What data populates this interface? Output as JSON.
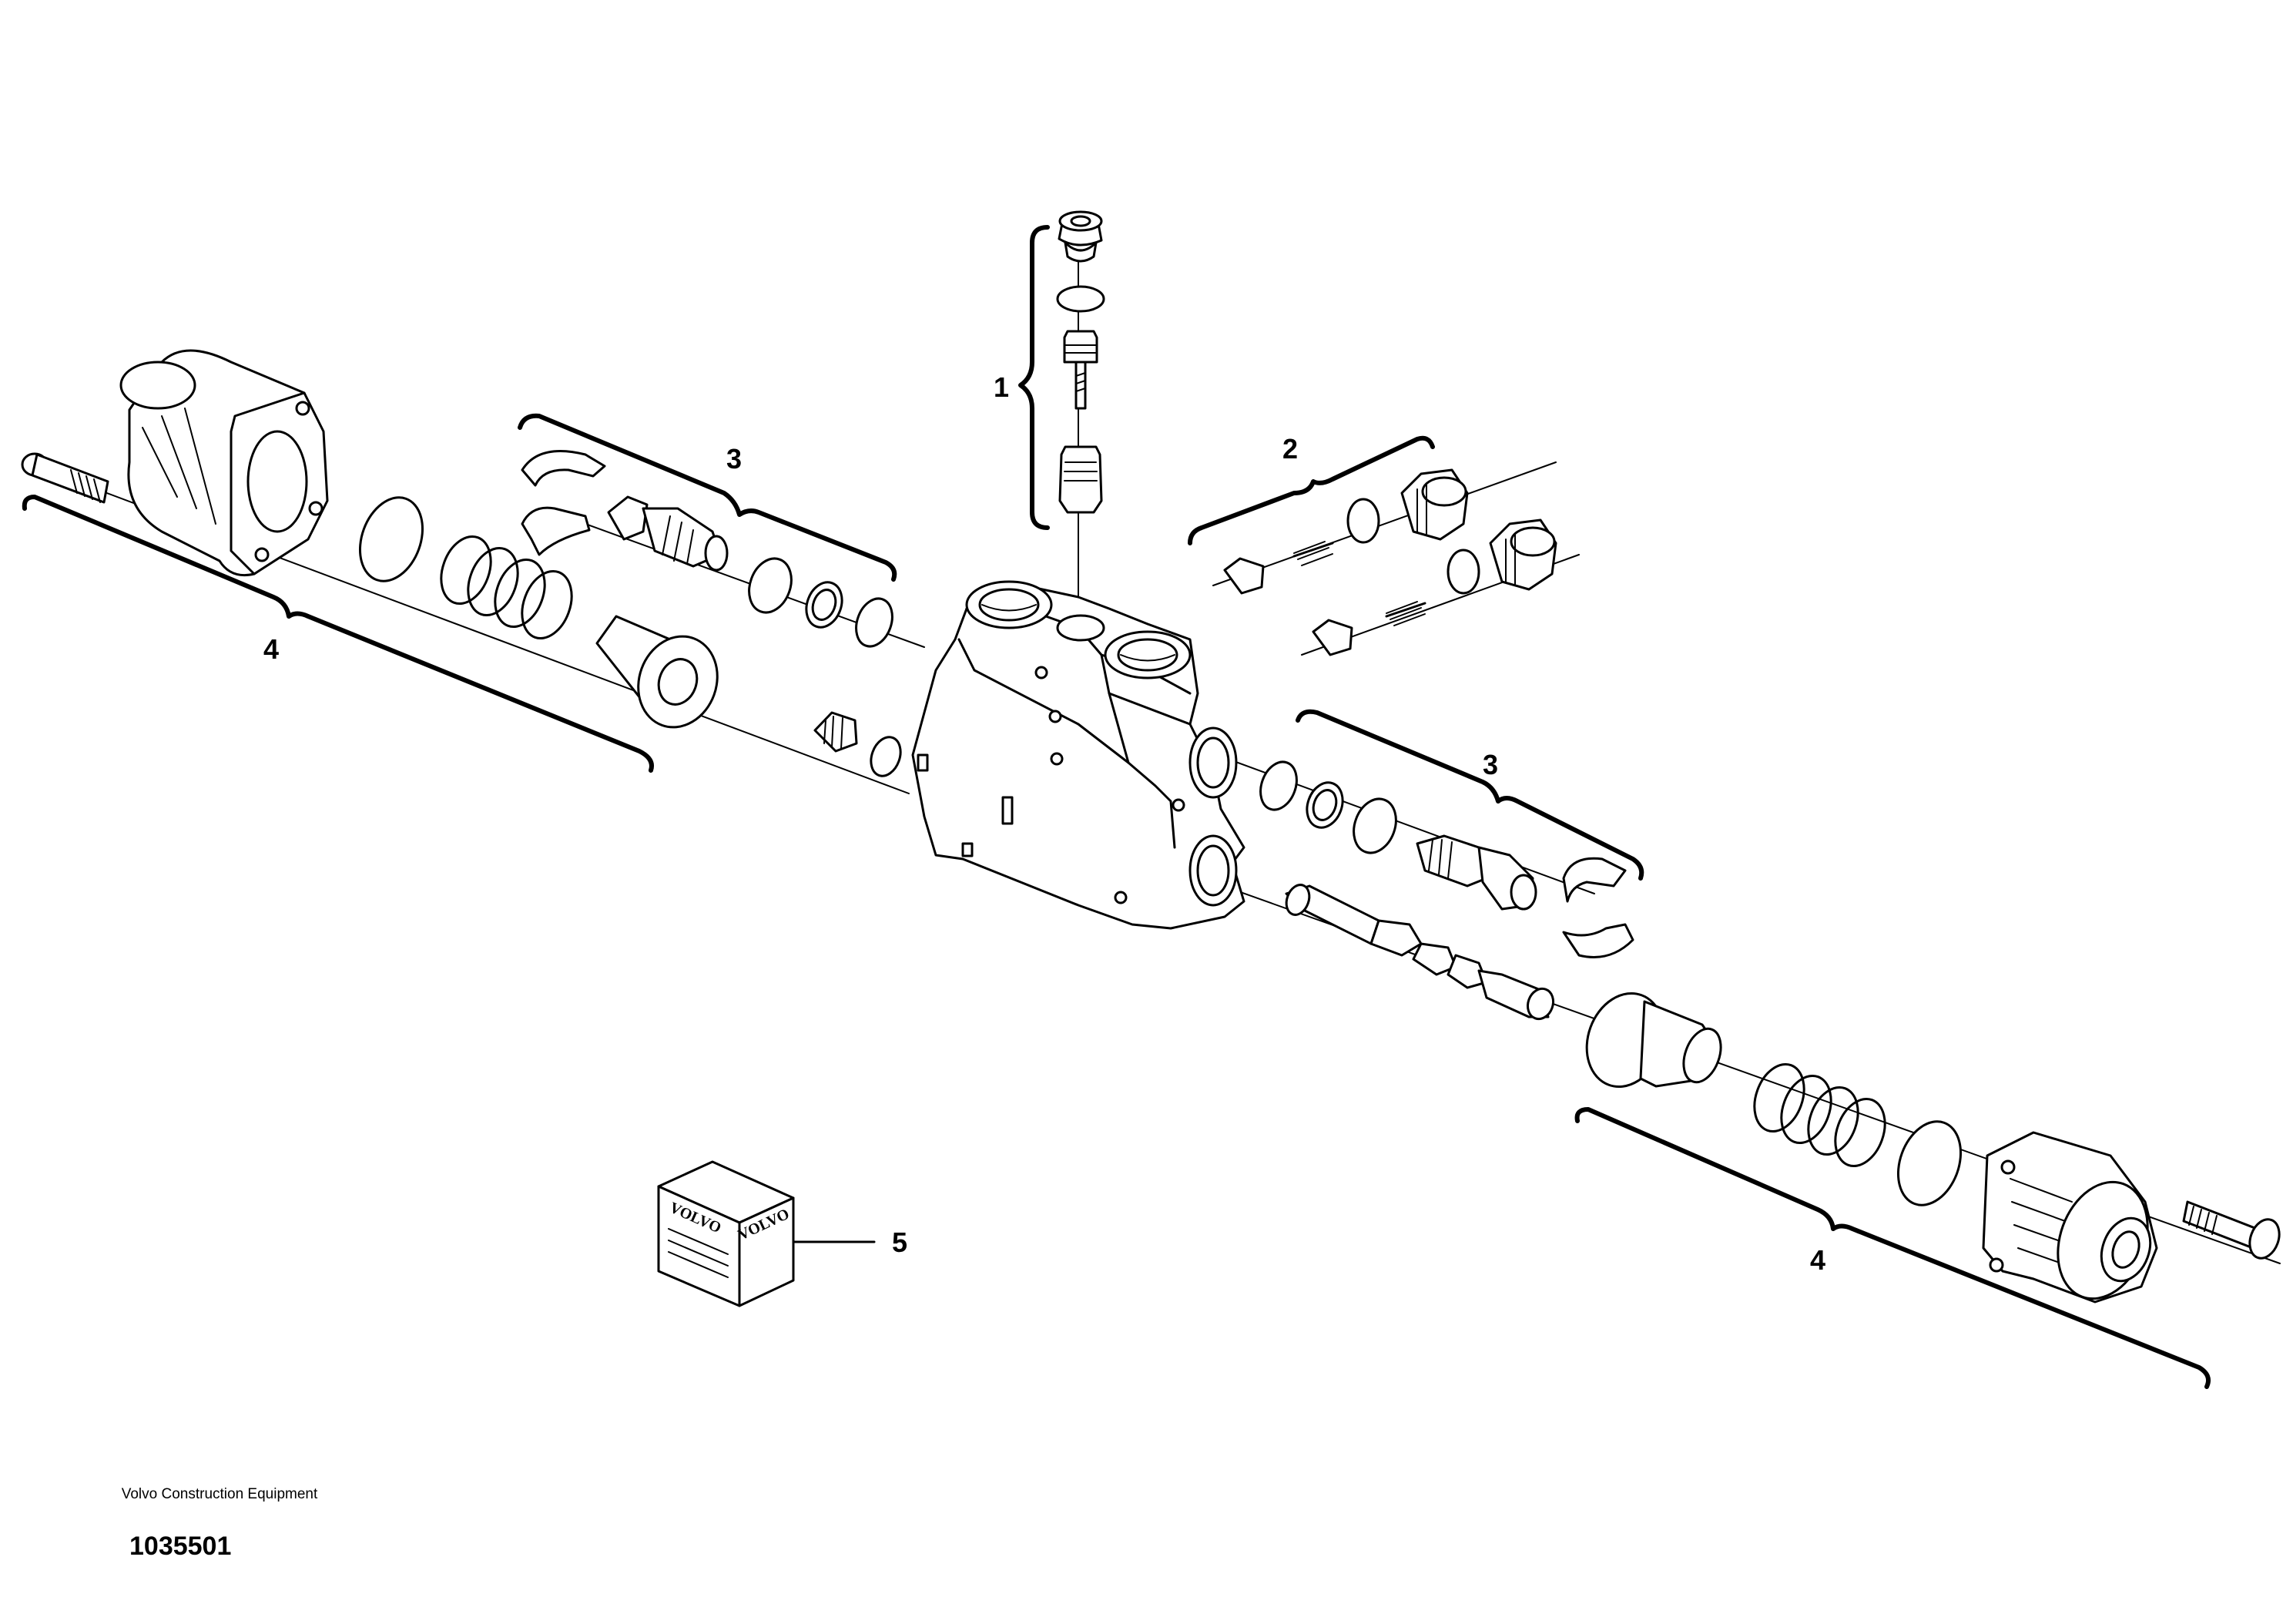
{
  "diagram": {
    "callouts": {
      "c1": "1",
      "c2": "2",
      "c3_upper": "3",
      "c3_lower": "3",
      "c4_left": "4",
      "c4_right": "4",
      "c5": "5"
    },
    "kit_box_logo": "VOLVO"
  },
  "footer": {
    "company": "Volvo Construction Equipment",
    "drawing_number": "1035501"
  }
}
